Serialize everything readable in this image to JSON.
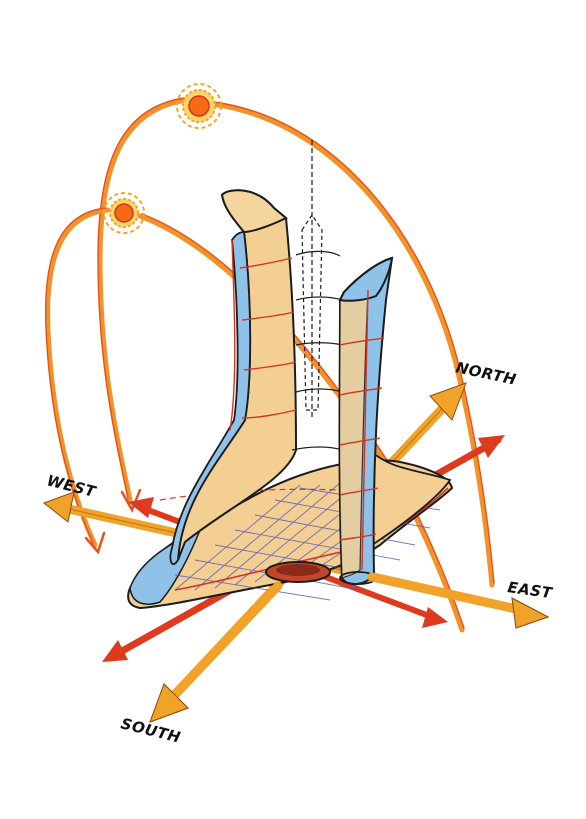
{
  "diagram": {
    "labels": {
      "north": "NORTH",
      "south": "SOUTH",
      "east": "EAST",
      "west": "WEST"
    },
    "colors": {
      "sun_path": "#f2922a",
      "sun_path_edge": "#e5531c",
      "sun_core": "#f46a16",
      "sun_halo": "#f7a526",
      "arrow_orange": "#f0a328",
      "arrow_red": "#dd3a1e",
      "tower_tan": "#f3cf94",
      "tower_blue": "#8fc2e9",
      "outline": "#1c1c1c",
      "hatch": "#4a4fb8",
      "band_red": "#d8331e"
    },
    "icons": [
      "sun-icon",
      "sun-icon",
      "compass-arrow-icon"
    ]
  }
}
